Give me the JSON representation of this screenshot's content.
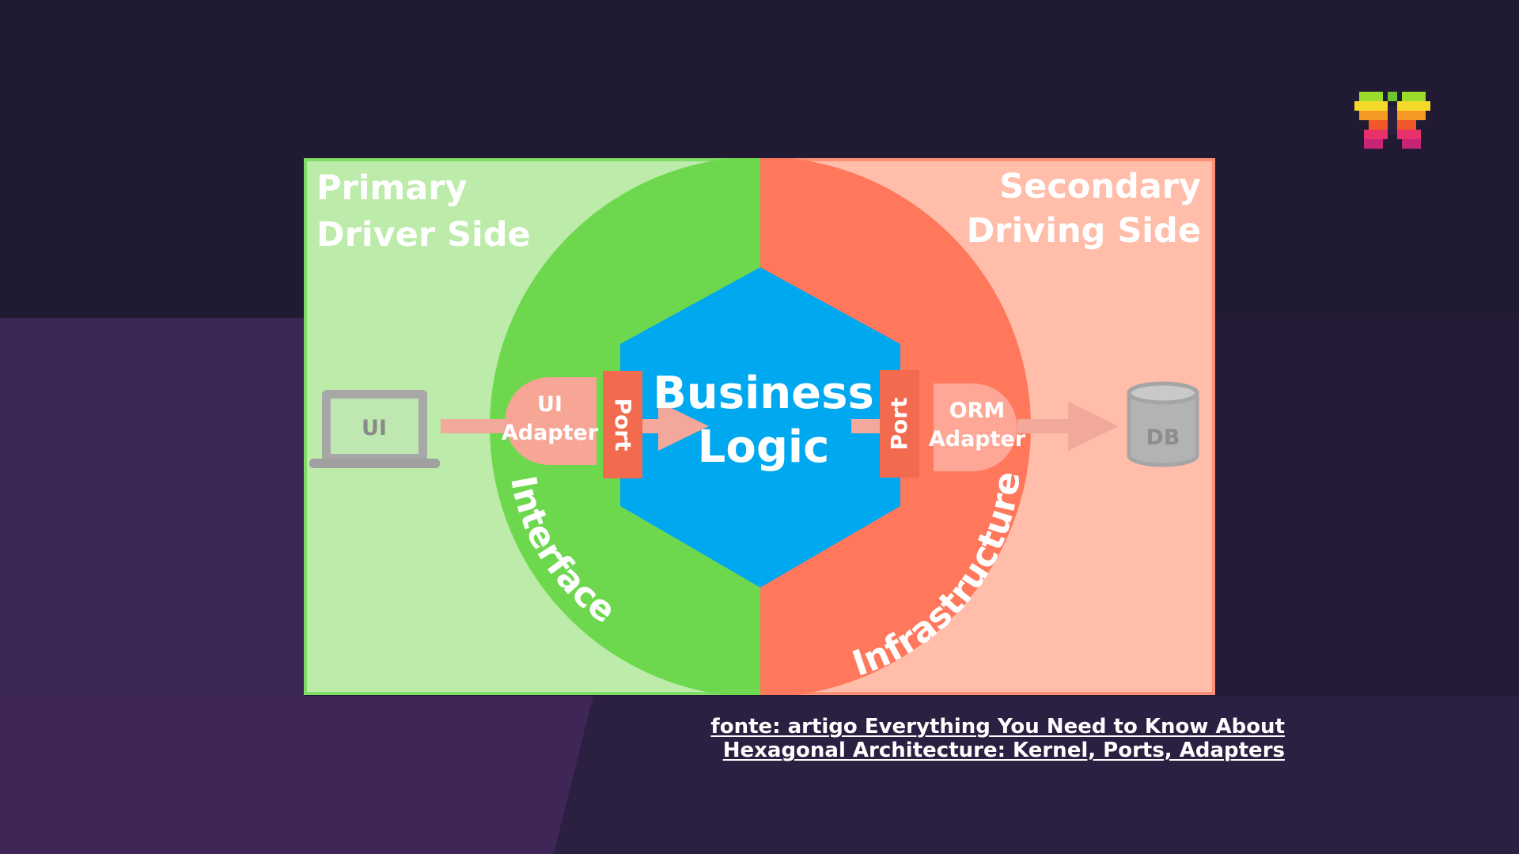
{
  "diagram": {
    "primary_side": [
      "Primary",
      "Driver Side"
    ],
    "secondary_side": [
      "Secondary",
      "Driving Side"
    ],
    "core": [
      "Business",
      "Logic"
    ],
    "left_ring_label": "Interface",
    "right_ring_label": "Infrastructure",
    "ui_device": "UI",
    "ui_adapter": [
      "UI",
      "Adapter"
    ],
    "left_port": "Port",
    "right_port": "Port",
    "orm_adapter": [
      "ORM",
      "Adapter"
    ],
    "db": "DB"
  },
  "caption": {
    "line1": "fonte: artigo Everything You Need to Know About",
    "line2": "Hexagonal Architecture: Kernel, Ports, Adapters"
  },
  "logo": {
    "icon": "pixel-butterfly-icon"
  },
  "colors": {
    "background": "#221a36",
    "green_light": "#bcebaa",
    "green": "#6dd84e",
    "salmon_light": "#ffbdaa",
    "salmon": "#ff785c",
    "hex_blue": "#00a8f0",
    "port_orange": "#f26b4f"
  }
}
